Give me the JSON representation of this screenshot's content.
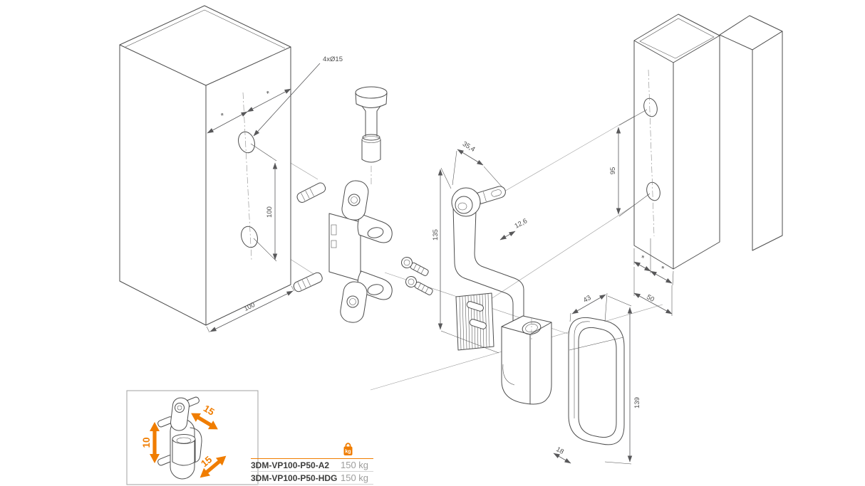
{
  "colors": {
    "accent": "#F07D00",
    "line": "#4d4d4d"
  },
  "drawing": {
    "dims": {
      "hole_callout": "4xØ15",
      "post_hole_spacing": "100",
      "post_width": "100",
      "strap_width": "35,4",
      "strap_height": "135",
      "strap_offset": "12,6",
      "frame_hole_spacing": "95",
      "frame_width": "50",
      "cover_width": "43",
      "cover_depth": "18",
      "cover_height": "139",
      "adjustable_mark": "*"
    }
  },
  "legend": {
    "vertical_travel": "10",
    "top_travel": "15",
    "bottom_travel": "15"
  },
  "table": {
    "weight_icon_label": "kg",
    "rows": [
      {
        "code": "3DM-VP100-P50-A2",
        "capacity": "150 kg"
      },
      {
        "code": "3DM-VP100-P50-HDG",
        "capacity": "150 kg"
      }
    ]
  }
}
